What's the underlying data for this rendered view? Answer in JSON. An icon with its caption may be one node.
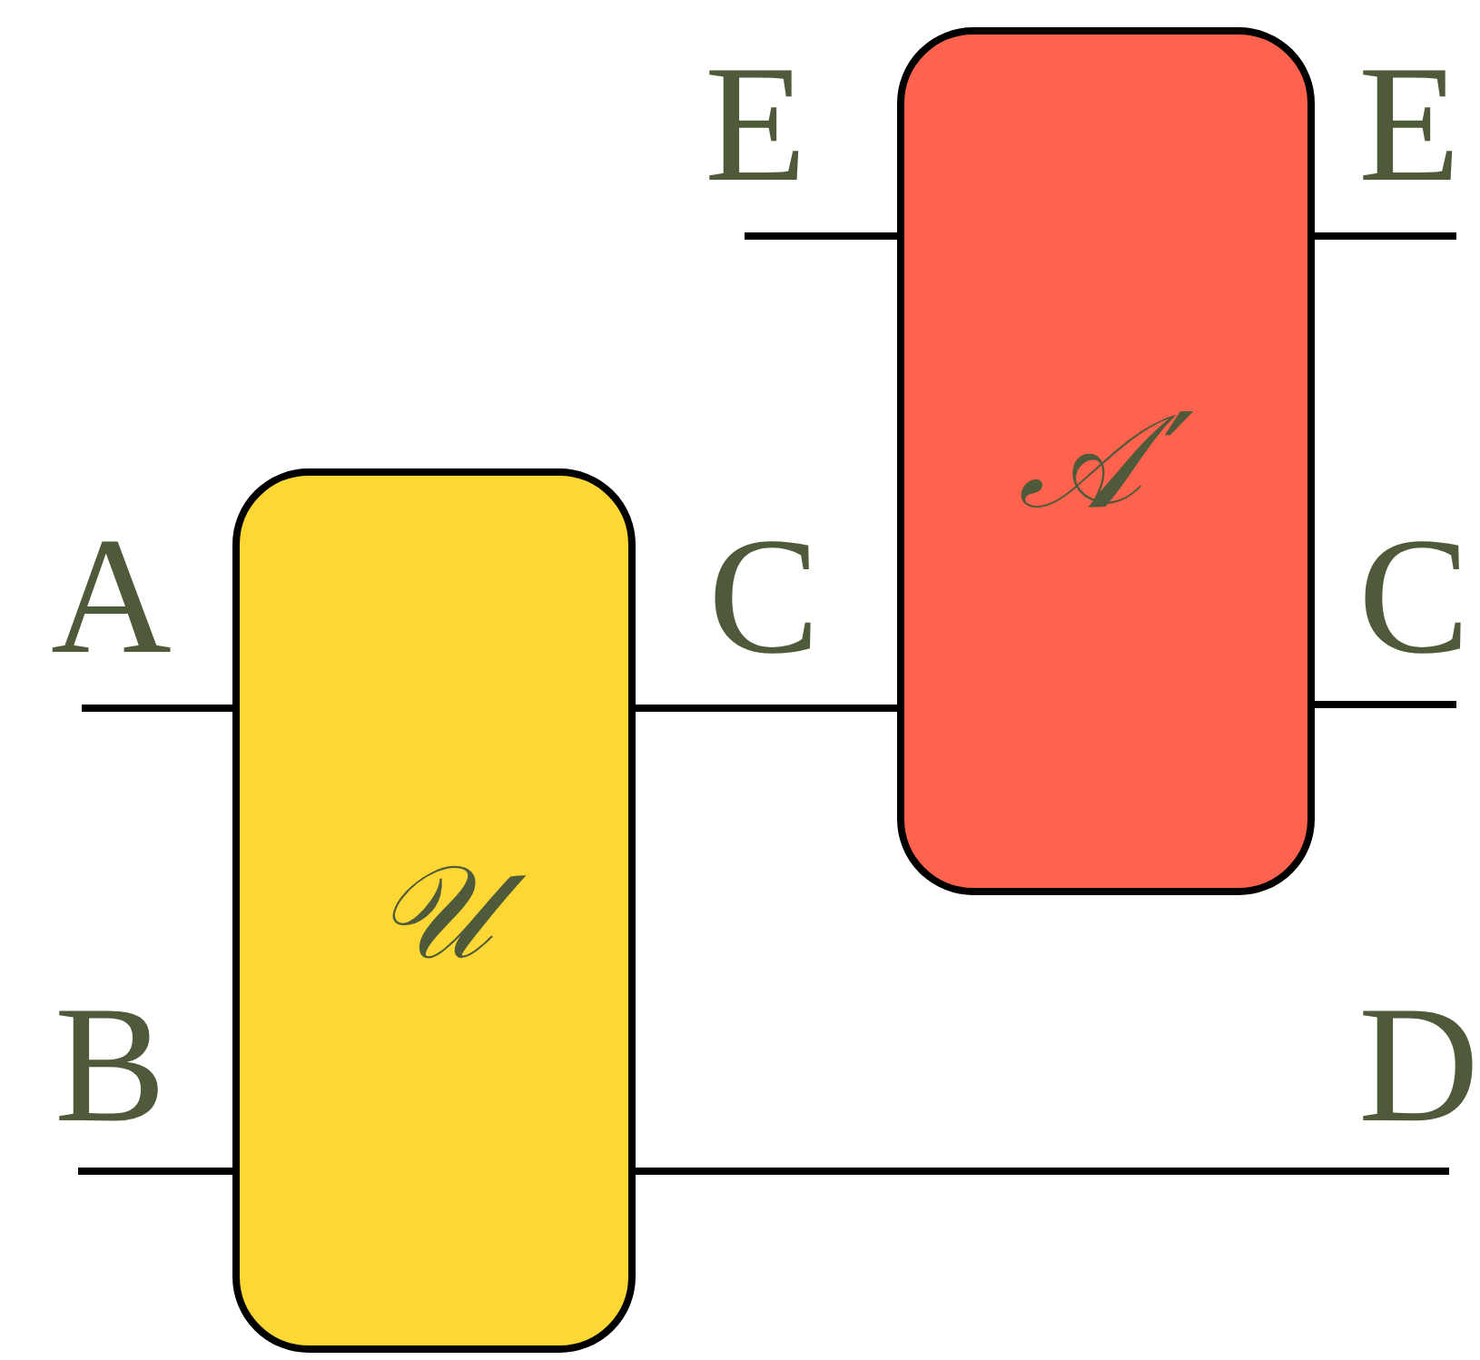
{
  "diagram": {
    "nodes": [
      {
        "text": [
          "𝒰"
        ]
      },
      {
        "text": [
          "𝒜′"
        ]
      }
    ],
    "edges": [
      {
        "from": null,
        "to": 0,
        "arrow": "none",
        "label": "A"
      },
      {
        "from": null,
        "to": 0,
        "arrow": "none",
        "label": "B"
      },
      {
        "from": 0,
        "to": 1,
        "arrow": "none",
        "label": "C"
      },
      {
        "from": null,
        "to": 1,
        "arrow": "none",
        "label": "E"
      },
      {
        "from": 1,
        "to": null,
        "arrow": "none",
        "label": "E"
      },
      {
        "from": 1,
        "to": null,
        "arrow": "none",
        "label": "C"
      },
      {
        "from": 0,
        "to": null,
        "arrow": "none",
        "label": "D"
      }
    ]
  }
}
